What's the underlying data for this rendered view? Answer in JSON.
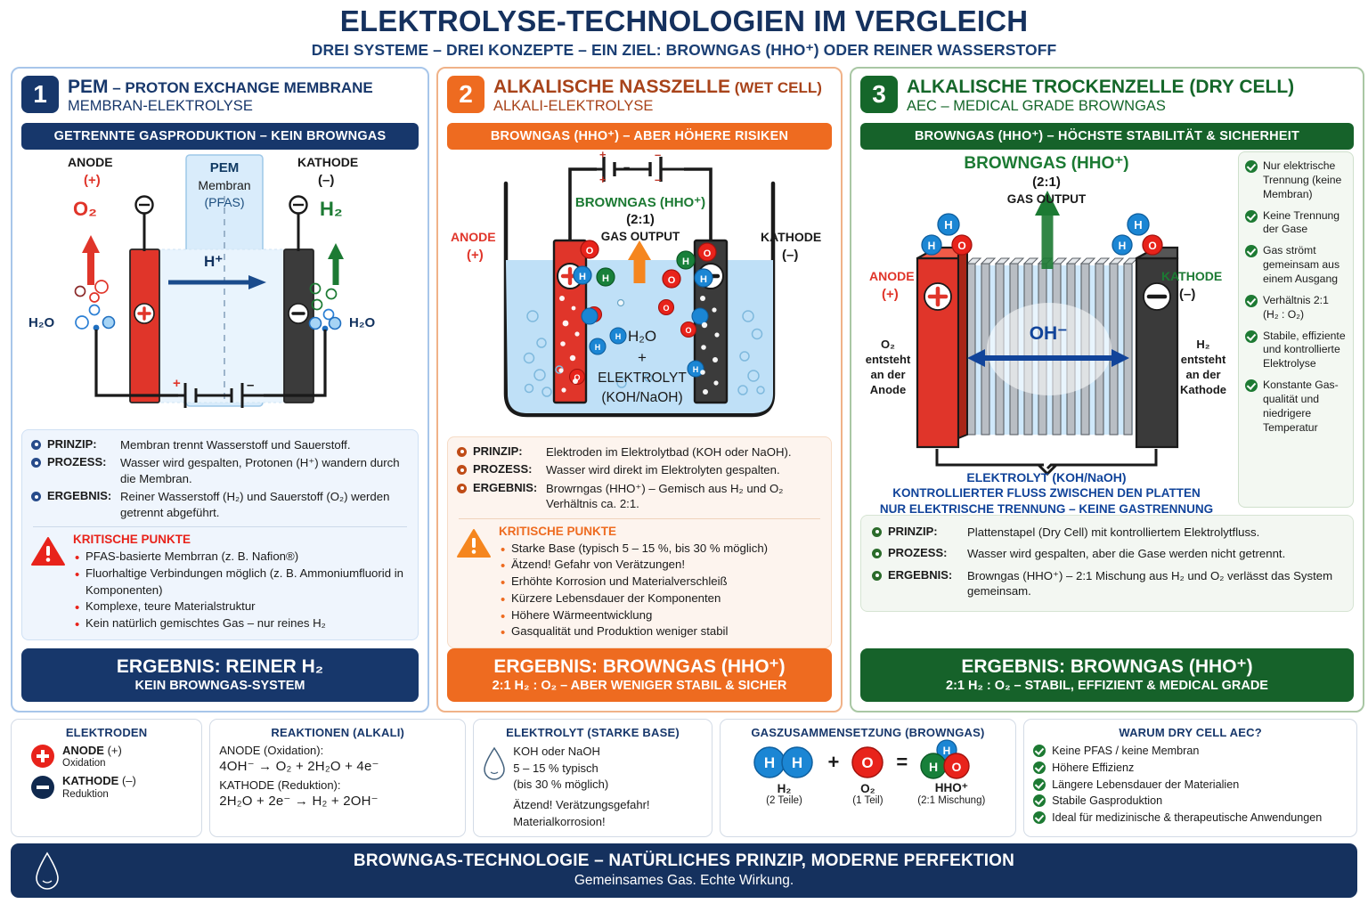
{
  "header": {
    "title": "ELEKTROLYSE-TECHNOLOGIEN IM VERGLEICH",
    "subtitle": "DREI SYSTEME – DREI KONZEPTE – EIN ZIEL: BROWNGAS (HHO⁺) ODER REINER WASSERSTOFF"
  },
  "panel1": {
    "number": "1",
    "title_strong": "PEM",
    "title_rest": " – PROTON EXCHANGE MEMBRANE",
    "title_line2": "MEMBRAN-ELEKTROLYSE",
    "banner": "GETRENNTE GASPRODUKTION – KEIN BROWNGAS",
    "diagram": {
      "anode": "ANODE",
      "anode_sign": "(+)",
      "kathode": "KATHODE",
      "kathode_sign": "(–)",
      "o2": "O₂",
      "h2": "H₂",
      "membrane_l1": "PEM",
      "membrane_l2": "Membran",
      "membrane_l3": "(PFAS)",
      "hplus": "H⁺",
      "water_left": "H₂O",
      "water_right": "H₂O",
      "battery_plus": "+",
      "battery_minus": "–"
    },
    "rows": [
      {
        "label": "PRINZIP:",
        "text": "Membran trennt Wasserstoff und Sauerstoff."
      },
      {
        "label": "PROZESS:",
        "text": "Wasser wird gespalten, Protonen (H⁺) wandern durch die Membran."
      },
      {
        "label": "ERGEBNIS:",
        "text": "Reiner Wasserstoff (H₂) und Sauerstoff (O₂) werden getrennt abgeführt."
      }
    ],
    "critical_title": "KRITISCHE PUNKTE",
    "critical": [
      "PFAS-basierte Membrran (z. B. Nafion®)",
      "Fluorhaltige Verbindungen möglich (z. B. Ammoniumfluorid in Komponenten)",
      "Komplexe, teure Materialstruktur",
      "Kein natürlich gemischtes Gas – nur reines H₂"
    ],
    "result_main": "ERGEBNIS: REINER H₂",
    "result_sub": "KEIN BROWNGAS-SYSTEM"
  },
  "panel2": {
    "number": "2",
    "title_strong": "ALKALISCHE NASSZELLE",
    "title_rest": " (WET CELL)",
    "title_line2": "ALKALI-ELEKTROLYSE",
    "banner": "BROWNGAS (HHO⁺) – ABER HÖHERE RISIKEN",
    "diagram": {
      "anode": "ANODE",
      "anode_sign": "(+)",
      "kathode": "KATHODE",
      "kathode_sign": "(–)",
      "browngas": "BROWNGAS (HHO⁺)",
      "ratio": "(2:1)",
      "gas_output": "GAS OUTPUT",
      "bath_l1": "H₂O",
      "bath_l2": "+",
      "bath_l3": "ELEKTROLYT",
      "bath_l4": "(KOH/NaOH)",
      "battery_plus": "+",
      "battery_minus": "–"
    },
    "rows": [
      {
        "label": "PRINZIP:",
        "text": "Elektroden im Elektrolytbad (KOH oder NaOH)."
      },
      {
        "label": "PROZESS:",
        "text": "Wasser wird direkt im Elektrolyten gespalten."
      },
      {
        "label": "ERGEBNIS:",
        "text": "Browrngas (HHO⁺) – Gemisch aus H₂ und O₂ Verhältnis ca. 2:1."
      }
    ],
    "critical_title": "KRITISCHE PUNKTE",
    "critical": [
      "Starke Base (typisch 5 – 15 %, bis 30 % möglich)",
      "Ätzend! Gefahr von Verätzungen!",
      "Erhöhte Korrosion und Materialverschleiß",
      "Kürzere Lebensdauer der Komponenten",
      "Höhere Wärmeentwicklung",
      "Gasqualität und Produktion weniger stabil"
    ],
    "result_main": "ERGEBNIS: BROWNGAS (HHO⁺)",
    "result_sub": "2:1 H₂ : O₂ – ABER WENIGER STABIL & SICHER"
  },
  "panel3": {
    "number": "3",
    "title_strong": "ALKALISCHE TROCKENZELLE (DRY CELL)",
    "title_line2": "AEC – MEDICAL GRADE BROWNGAS",
    "banner": "BROWNGAS (HHO⁺) – HÖCHSTE STABILITÄT & SICHERHEIT",
    "diagram": {
      "browngas": "BROWNGAS (HHO⁺)",
      "ratio": "(2:1)",
      "gas_output": "GAS OUTPUT",
      "anode": "ANODE",
      "anode_sign": "(+)",
      "kathode": "KATHODE",
      "kathode_sign": "(–)",
      "oh": "OH⁻",
      "left_note": "O₂ entsteht an der Anode",
      "right_note": "H₂ entsteht an der Kathode",
      "caption1": "ELEKTROLYT (KOH/NaOH)",
      "caption2": "KONTROLLIERTER FLUSS ZWISCHEN DEN PLATTEN",
      "caption3": "NUR ELEKTRISCHE TRENNUNG – KEINE GASTRENNUNG"
    },
    "benefits": [
      "Nur elektrische Trennung (keine Membran)",
      "Keine Trennung der Gase",
      "Gas strömt gemeinsam aus einem Ausgang",
      "Verhältnis 2:1 (H₂ : O₂)",
      "Stabile, effiziente und kontrollierte Elektrolyse",
      "Konstante Gas-qualität und niedrigere Temperatur"
    ],
    "rows": [
      {
        "label": "PRINZIP:",
        "text": "Plattenstapel (Dry Cell) mit kontrolliertem Elektrolytfluss."
      },
      {
        "label": "PROZESS:",
        "text": "Wasser wird gespalten, aber die Gase werden nicht getrennt."
      },
      {
        "label": "ERGEBNIS:",
        "text": "Browngas (HHO⁺) – 2:1 Mischung aus H₂ und O₂ verlässt das System gemeinsam."
      }
    ],
    "result_main": "ERGEBNIS: BROWNGAS (HHO⁺)",
    "result_sub": "2:1 H₂ : O₂ – STABIL, EFFIZIENT & MEDICAL GRADE"
  },
  "bottom": {
    "electrodes": {
      "title": "ELEKTRODEN",
      "items": [
        {
          "name": "ANODE",
          "sign": "(+)",
          "sub": "Oxidation",
          "type": "plus"
        },
        {
          "name": "KATHODE",
          "sign": "(–)",
          "sub": "Reduktion",
          "type": "minus"
        }
      ]
    },
    "reactions": {
      "title": "REAKTIONEN (ALKALI)",
      "items": [
        {
          "head": "ANODE",
          "kind": " (Oxidation):",
          "eq": "4OH⁻ → O₂ + 2H₂O + 4e⁻"
        },
        {
          "head": "KATHODE",
          "kind": " (Reduktion):",
          "eq": "2H₂O + 2e⁻ → H₂ + 2OH⁻"
        }
      ]
    },
    "electrolyte": {
      "title": "ELEKTROLYT (STARKE BASE)",
      "lines": [
        "KOH oder NaOH",
        "5 – 15 % typisch",
        "(bis 30 % möglich)",
        "Ätzend! Verätzungsgefahr!",
        "Materialkorrosion!"
      ]
    },
    "gas": {
      "title": "GASZUSAMMENSETZUNG (BROWNGAS)",
      "plus": "+",
      "equals": "=",
      "items": [
        {
          "cap": "H₂",
          "cap2": "(2 Teile)"
        },
        {
          "cap": "O₂",
          "cap2": "(1 Teil)"
        },
        {
          "cap": "HHO⁺",
          "cap2": "(2:1 Mischung)"
        }
      ]
    },
    "why": {
      "title": "WARUM DRY CELL AEC?",
      "items": [
        "Keine PFAS / keine Membran",
        "Höhere Effizienz",
        "Längere Lebensdauer der Materialien",
        "Stabile Gasproduktion",
        "Ideal für medizinische & therapeutische Anwendungen"
      ]
    }
  },
  "footer": {
    "line1": "BROWNGAS-TECHNOLOGIE – NATÜRLICHES PRINZIP, MODERNE PERFEKTION",
    "line2": "Gemeinsames Gas. Echte Wirkung."
  },
  "colors": {
    "navy": "#17376b",
    "orange": "#ee6b20",
    "green": "#16622a",
    "red": "#e8231b",
    "blue_atom": "#1b86d4",
    "green_atom": "#18803a"
  }
}
